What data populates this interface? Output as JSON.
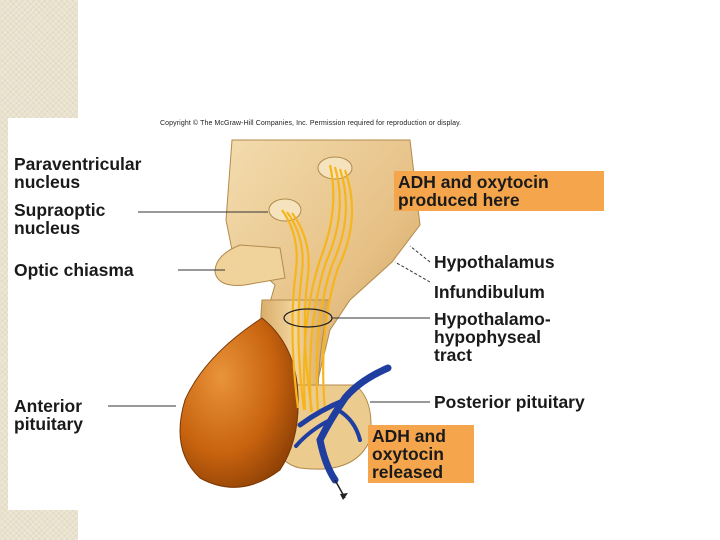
{
  "copyright": "Copyright © The McGraw-Hill Companies, Inc. Permission required for reproduction or display.",
  "labels": {
    "paraventricular_1": "Paraventricular",
    "paraventricular_2": "nucleus",
    "supraoptic_1": "Supraoptic",
    "supraoptic_2": "nucleus",
    "optic_chiasma": "Optic chiasma",
    "anterior_1": "Anterior",
    "anterior_2": "pituitary",
    "hypothalamus": "Hypothalamus",
    "infundibulum": "Infundibulum",
    "tract_1": "Hypothalamo-",
    "tract_2": "hypophyseal",
    "tract_3": "tract",
    "posterior_pituitary": "Posterior pituitary"
  },
  "callouts": {
    "produced_1": "ADH and oxytocin",
    "produced_2": "produced here",
    "released_1": "ADH and",
    "released_2": "oxytocin",
    "released_3": "released"
  },
  "colors": {
    "callout_fill": "#f5a54c",
    "tissue": "#e8c48a",
    "anterior_pituitary": "#c8630f",
    "nerve_fibers": "#f7b51c",
    "blood_vessels": "#1f3ea0"
  }
}
